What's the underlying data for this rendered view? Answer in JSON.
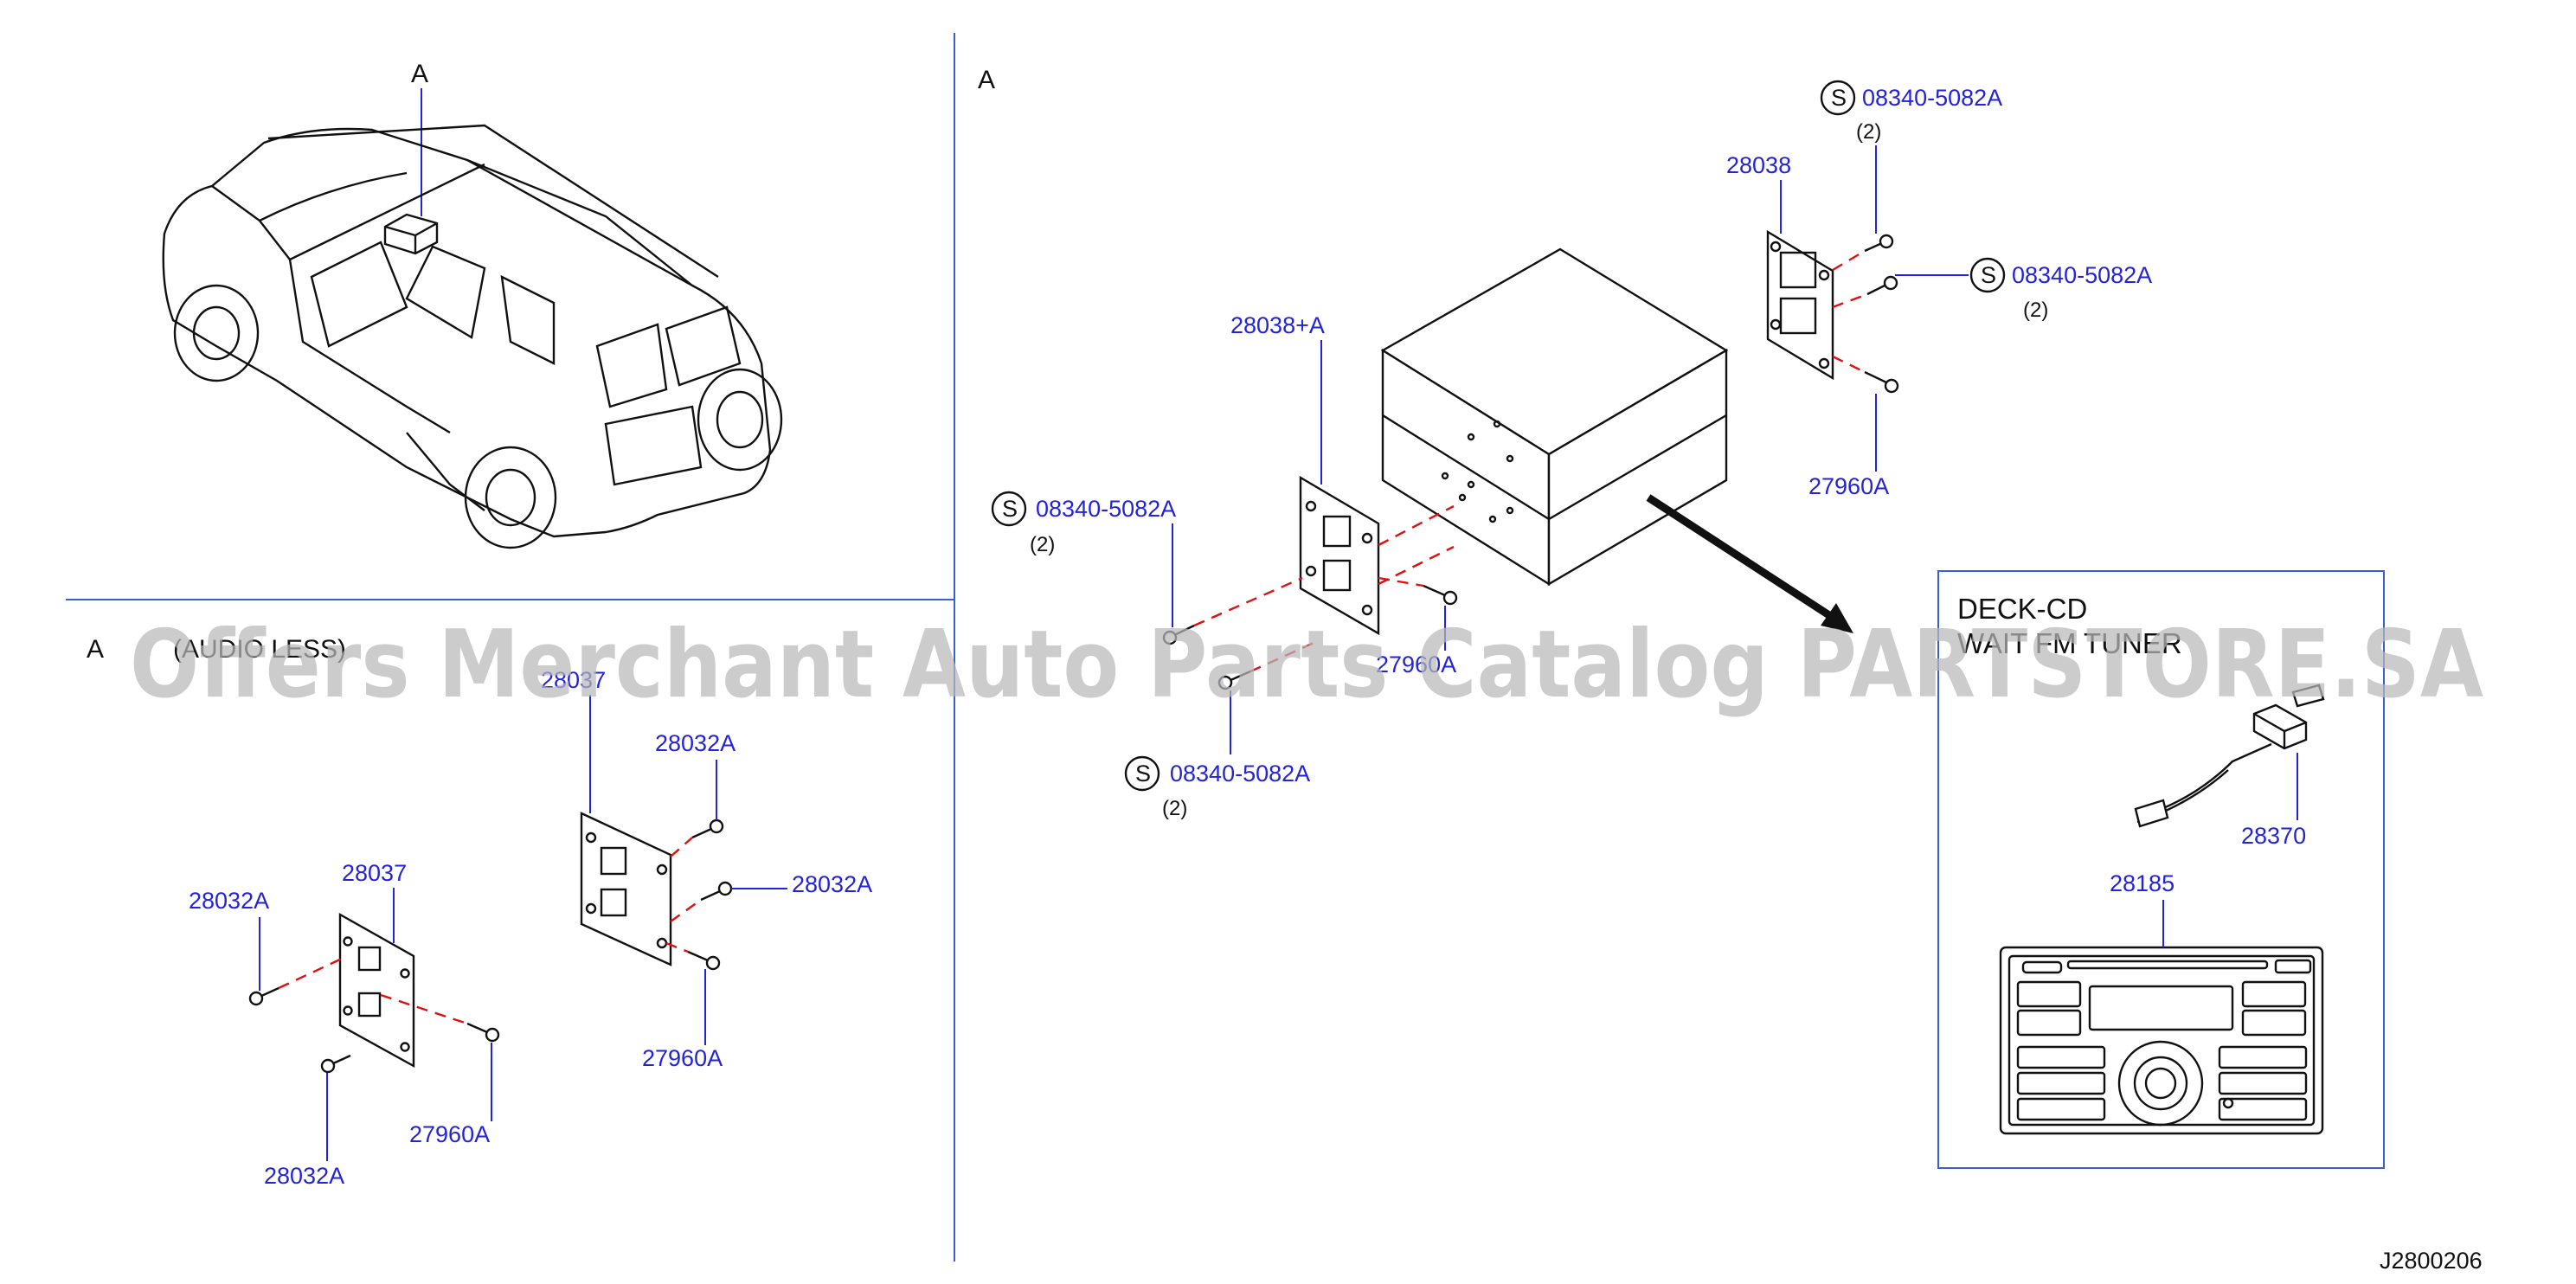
{
  "diagram": {
    "code": "J2800206",
    "view_labels": {
      "vehicle_callout": "A",
      "right_view": "A",
      "left_view": "A",
      "left_view_title": "(AUDIO LESS)"
    },
    "watermark": "Offers Merchant Auto Parts Catalog PARTSTORE.SA",
    "deck_box": {
      "title_line1": "DECK-CD",
      "title_line2": "WAIT FM TUNER"
    },
    "screw_symbol": "S",
    "parts": {
      "p_08340_top": "08340-5082A",
      "q_08340_top": "(2)",
      "p_28038": "28038",
      "p_08340_right": "08340-5082A",
      "q_08340_right": "(2)",
      "p_27960A_right": "27960A",
      "p_28038A": "28038+A",
      "p_08340_left": "08340-5082A",
      "q_08340_left": "(2)",
      "p_08340_bottom": "08340-5082A",
      "q_08340_bottom": "(2)",
      "p_27960A_mid": "27960A",
      "p_28370": "28370",
      "p_28185": "28185",
      "p_28037_upper": "28037",
      "p_28032A_1": "28032A",
      "p_28032A_2": "28032A",
      "p_27960A_upper": "27960A",
      "p_28037_lower": "28037",
      "p_28032A_3": "28032A",
      "p_28032A_4": "28032A",
      "p_27960A_lower": "27960A"
    }
  }
}
